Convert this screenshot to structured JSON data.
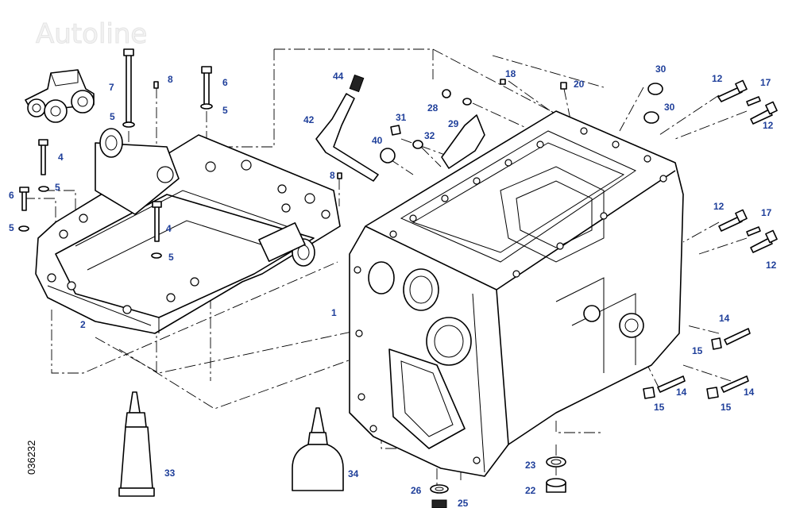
{
  "watermark": "Autoline",
  "document_number": "036232",
  "callouts": [
    {
      "id": "c44",
      "label": "44"
    },
    {
      "id": "c42",
      "label": "42"
    },
    {
      "id": "c18",
      "label": "18"
    },
    {
      "id": "c20",
      "label": "20"
    },
    {
      "id": "c30a",
      "label": "30"
    },
    {
      "id": "c30b",
      "label": "30"
    },
    {
      "id": "c12a",
      "label": "12"
    },
    {
      "id": "c17a",
      "label": "17"
    },
    {
      "id": "c12b",
      "label": "12"
    },
    {
      "id": "c28",
      "label": "28"
    },
    {
      "id": "c29",
      "label": "29"
    },
    {
      "id": "c31",
      "label": "31"
    },
    {
      "id": "c32",
      "label": "32"
    },
    {
      "id": "c40",
      "label": "40"
    },
    {
      "id": "c8a",
      "label": "8"
    },
    {
      "id": "c8b",
      "label": "8"
    },
    {
      "id": "c7",
      "label": "7"
    },
    {
      "id": "c6a",
      "label": "6"
    },
    {
      "id": "c5a",
      "label": "5"
    },
    {
      "id": "c5b",
      "label": "5"
    },
    {
      "id": "c4a",
      "label": "4"
    },
    {
      "id": "c6b",
      "label": "6"
    },
    {
      "id": "c5c",
      "label": "5"
    },
    {
      "id": "c5d",
      "label": "5"
    },
    {
      "id": "c4b",
      "label": "4"
    },
    {
      "id": "c5e",
      "label": "5"
    },
    {
      "id": "c2",
      "label": "2"
    },
    {
      "id": "c1",
      "label": "1"
    },
    {
      "id": "c12c",
      "label": "12"
    },
    {
      "id": "c17b",
      "label": "17"
    },
    {
      "id": "c12d",
      "label": "12"
    },
    {
      "id": "c14a",
      "label": "14"
    },
    {
      "id": "c15a",
      "label": "15"
    },
    {
      "id": "c14b",
      "label": "14"
    },
    {
      "id": "c15b",
      "label": "15"
    },
    {
      "id": "c14c",
      "label": "14"
    },
    {
      "id": "c15c",
      "label": "15"
    },
    {
      "id": "c23",
      "label": "23"
    },
    {
      "id": "c22",
      "label": "22"
    },
    {
      "id": "c26",
      "label": "26"
    },
    {
      "id": "c25",
      "label": "25"
    },
    {
      "id": "c33",
      "label": "33"
    },
    {
      "id": "c34",
      "label": "34"
    }
  ]
}
